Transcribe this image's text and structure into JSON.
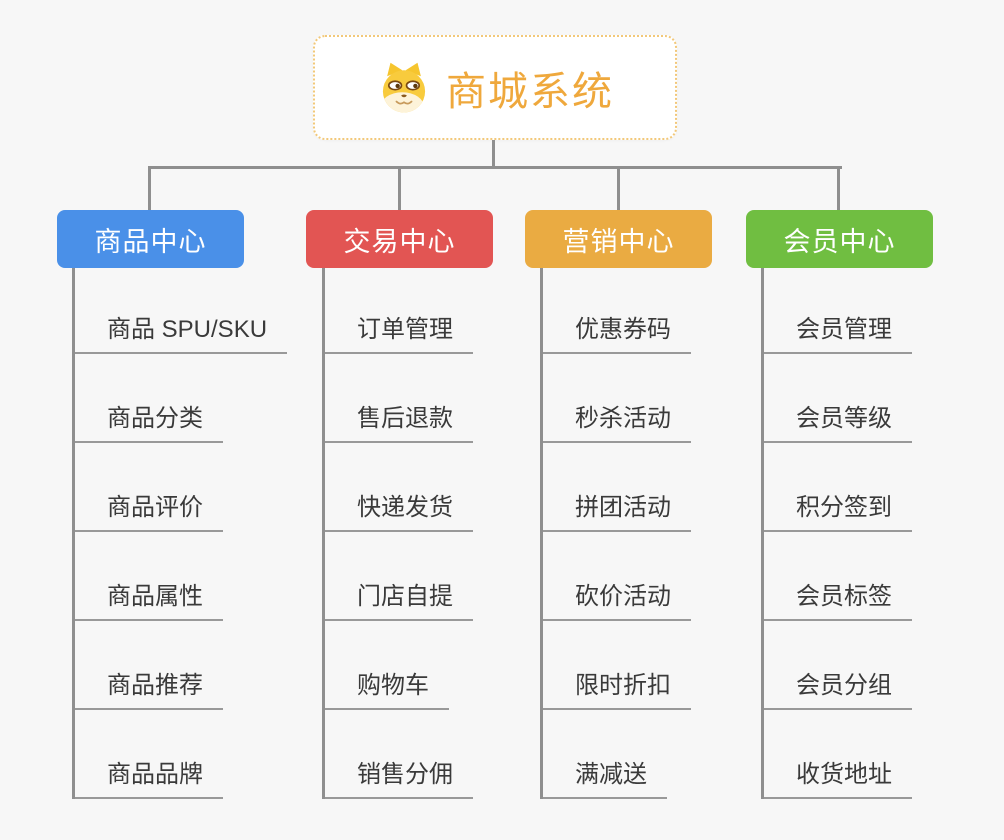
{
  "background": "#f7f7f7",
  "connector_color": "#8f8f8f",
  "root": {
    "title": "商城系统",
    "icon": "shiba-dog-icon",
    "title_color": "#efa83c",
    "border_color": "#f2c879"
  },
  "branches": [
    {
      "label": "商品中心",
      "color": "#4a90e8",
      "items": [
        "商品 SPU/SKU",
        "商品分类",
        "商品评价",
        "商品属性",
        "商品推荐",
        "商品品牌"
      ]
    },
    {
      "label": "交易中心",
      "color": "#e25553",
      "items": [
        "订单管理",
        "售后退款",
        "快递发货",
        "门店自提",
        "购物车",
        "销售分佣"
      ]
    },
    {
      "label": "营销中心",
      "color": "#eaab42",
      "items": [
        "优惠券码",
        "秒杀活动",
        "拼团活动",
        "砍价活动",
        "限时折扣",
        "满减送"
      ]
    },
    {
      "label": "会员中心",
      "color": "#70be41",
      "items": [
        "会员管理",
        "会员等级",
        "积分签到",
        "会员标签",
        "会员分组",
        "收货地址"
      ]
    }
  ]
}
